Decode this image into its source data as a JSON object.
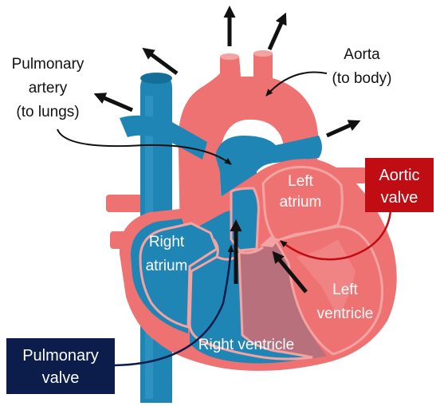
{
  "labels": {
    "pulmonary_artery": [
      "Pulmonary",
      "artery",
      "(to lungs)"
    ],
    "aorta": [
      "Aorta",
      "(to body)"
    ],
    "left_atrium": [
      "Left",
      "atrium"
    ],
    "right_atrium": [
      "Right",
      "atrium"
    ],
    "left_ventricle": [
      "Left",
      "ventricle"
    ],
    "right_ventricle": "Right ventricle"
  },
  "callouts": {
    "aortic_valve": {
      "lines": [
        "Aortic",
        "valve"
      ],
      "color": "#c00d13"
    },
    "pulmonary_valve": {
      "lines": [
        "Pulmonary",
        "valve"
      ],
      "color": "#0c1d4b"
    }
  },
  "colors": {
    "oxygenated": "#ef7273",
    "oxygenated_light": "#f4a3a3",
    "deoxygenated": "#1f85b5",
    "deoxygenated_dark": "#156e98",
    "arrow": "#111111"
  }
}
